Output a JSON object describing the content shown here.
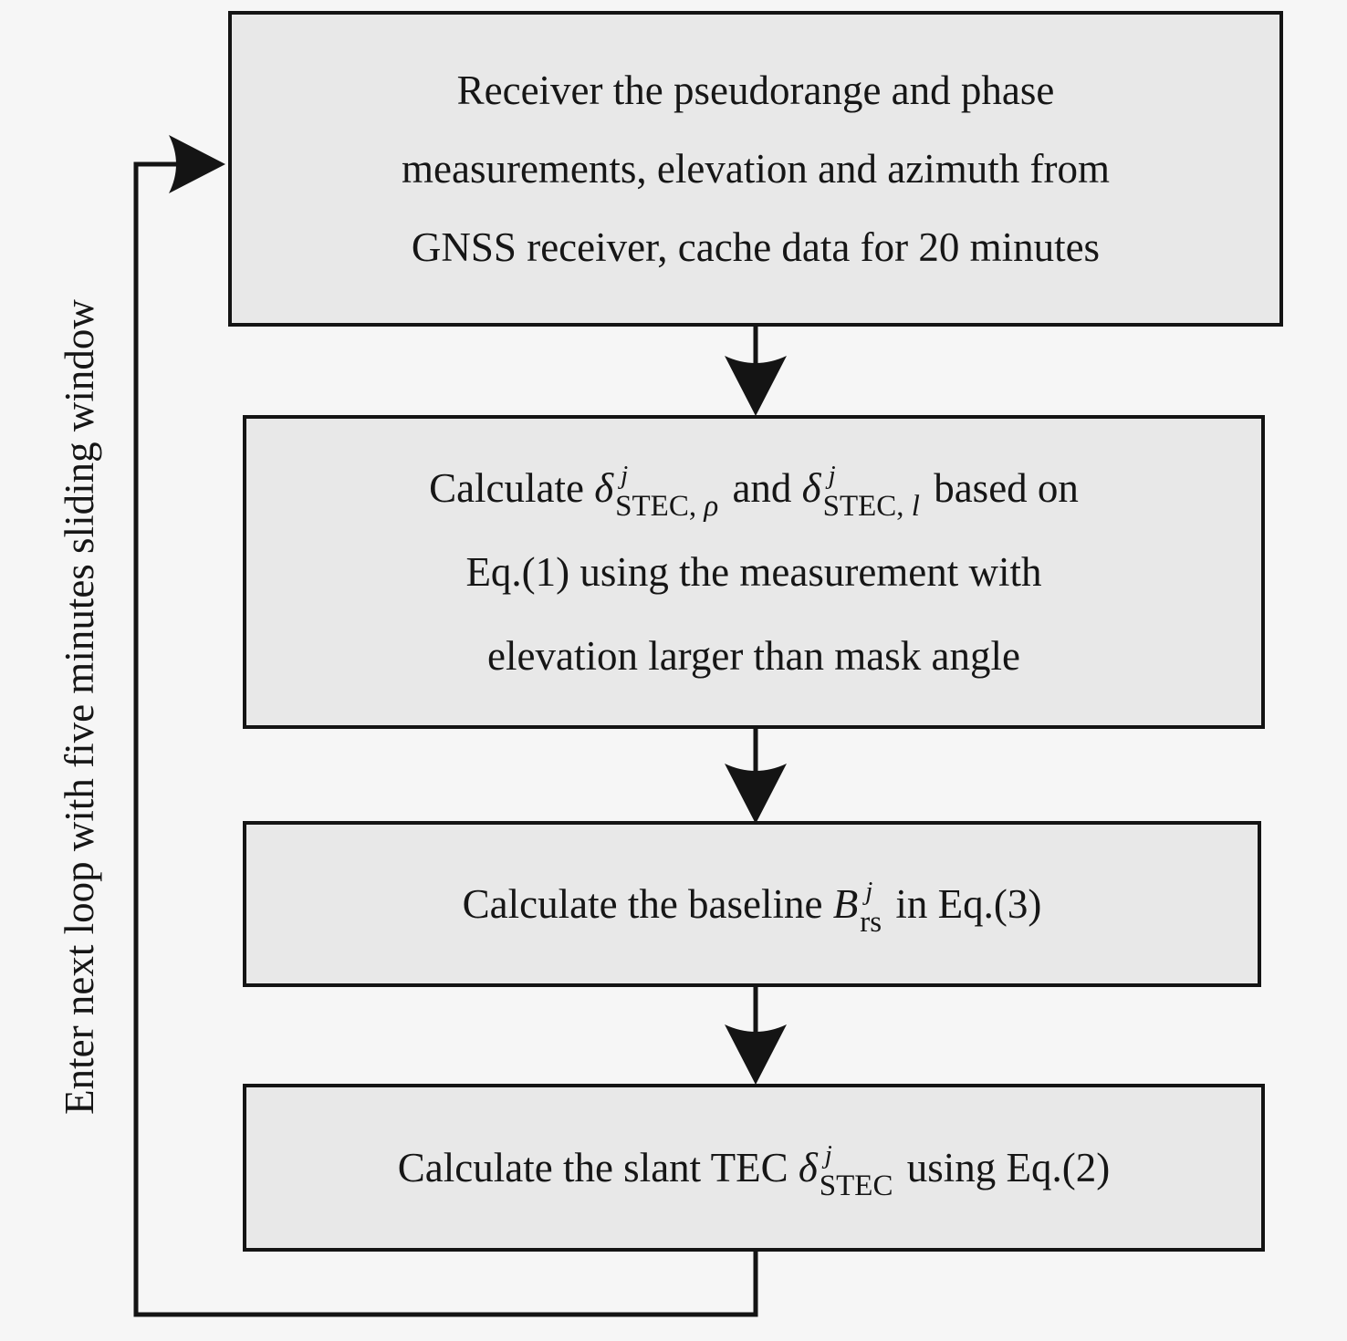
{
  "diagram": {
    "flow_label": "Enter next loop with five minutes sliding window",
    "colors": {
      "background": "#f6f6f6",
      "box_fill": "#e8e8e8",
      "line": "#141414",
      "text": "#161616"
    },
    "boxes": {
      "box1": {
        "lines": [
          "Receiver the pseudorange and phase",
          "measurements, elevation and azimuth from",
          "GNSS receiver, cache data for 20 minutes"
        ]
      },
      "box2": {
        "line1": {
          "pre": "Calculate ",
          "sym1": "δ",
          "sym1_sup": "j",
          "sym1_sub": "STEC, ",
          "sym1_sub_var": "ρ",
          "mid": " and ",
          "sym2": "δ",
          "sym2_sup": "j",
          "sym2_sub": "STEC, ",
          "sym2_sub_var": "l",
          "post": " based on"
        },
        "line2": "Eq.(1) using the measurement with",
        "line3": "elevation larger than mask angle"
      },
      "box3": {
        "pre": "Calculate the baseline ",
        "sym": "B",
        "sym_sup": "j",
        "sym_sub": "rs",
        "post": " in Eq.(3)"
      },
      "box4": {
        "pre": "Calculate the slant TEC ",
        "sym": "δ",
        "sym_sup": "j",
        "sym_sub": "STEC",
        "post": " using Eq.(2)"
      }
    }
  }
}
